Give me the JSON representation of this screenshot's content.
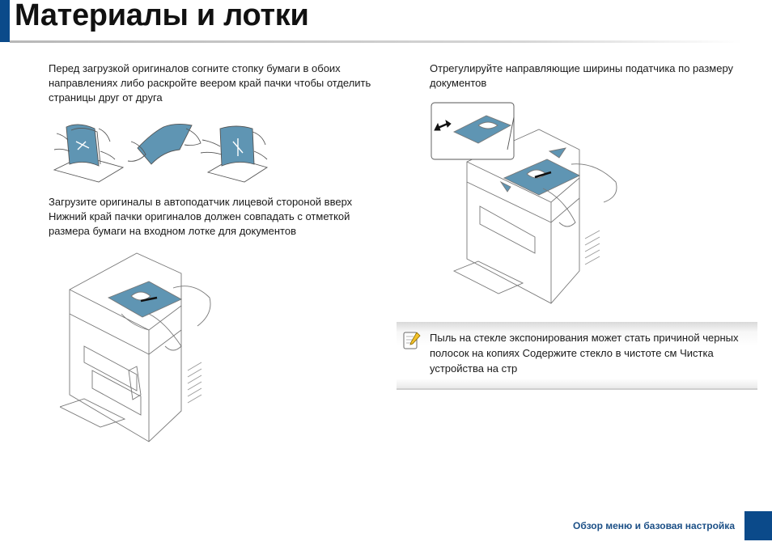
{
  "header": {
    "title": "Материалы и лотки"
  },
  "content": {
    "step1": "Перед загрузкой оригиналов согните стопку бумаги в обоих направлениях либо раскройте веером край пачки  чтобы отделить страницы друг от друга",
    "step2": "Загрузите оригиналы в автоподатчик лицевой стороной вверх Нижний край пачки оригиналов должен совпадать с отметкой размера бумаги на входном лотке для документов",
    "step3": "Отрегулируйте направляющие ширины податчика по размеру документов"
  },
  "note": {
    "icon": "pencil-note-icon",
    "text": "Пыль на стекле экспонирования может стать причиной черных полосок на копиях  Содержите стекло в чистоте  см    Чистка устройства   на стр"
  },
  "footer": {
    "section": "Обзор меню и базовая настройка"
  },
  "colors": {
    "accent": "#0b4a8a",
    "paper_blue": "#5f95b3",
    "footer_text": "#1b4f86"
  }
}
